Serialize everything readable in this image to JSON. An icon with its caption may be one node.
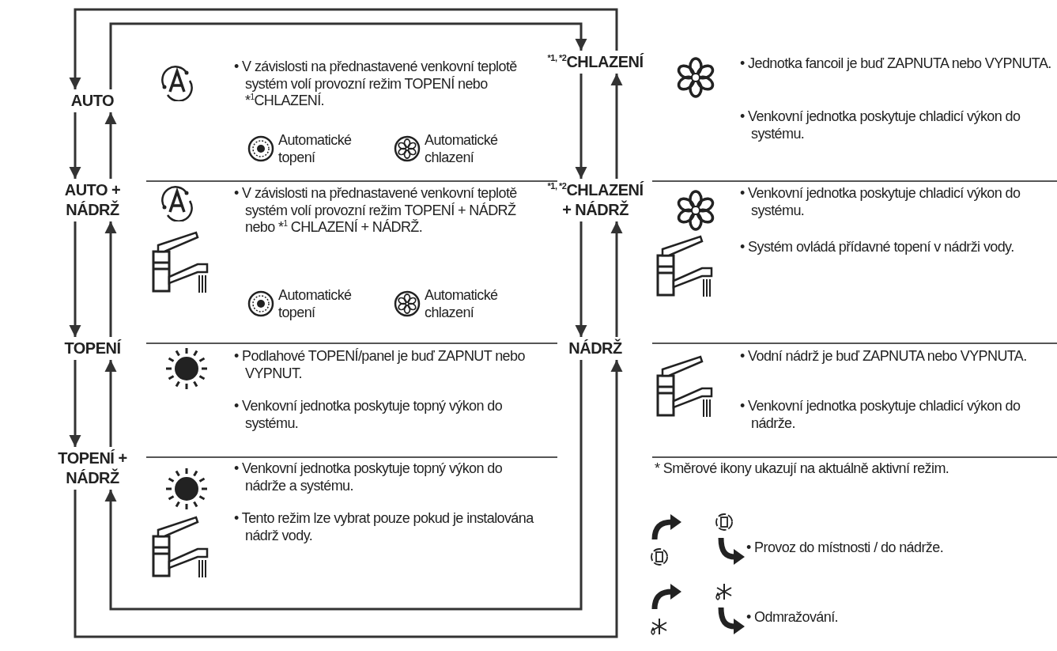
{
  "diagram": {
    "nodes": [
      {
        "text": [
          "AUTO"
        ]
      },
      {
        "text": [
          "AUTO + NÁDRŽ"
        ]
      },
      {
        "text": [
          "TOPENÍ"
        ]
      },
      {
        "text": [
          "TOPENÍ + NÁDRŽ"
        ]
      },
      {
        "text": [
          "$^{*1, *2}$CHLAZENÍ"
        ]
      },
      {
        "text": [
          "$^{*1, *2}$CHLAZENÍ + NÁDRŽ"
        ]
      },
      {
        "text": [
          "NÁDRŽ"
        ]
      }
    ],
    "edges": [
      {
        "from": 0,
        "to": 1,
        "arrow": "to"
      },
      {
        "from": 1,
        "to": 0,
        "arrow": "to"
      },
      {
        "from": 1,
        "to": 2,
        "arrow": "to"
      },
      {
        "from": 2,
        "to": 1,
        "arrow": "to"
      },
      {
        "from": 2,
        "to": 3,
        "arrow": "to"
      },
      {
        "from": 3,
        "to": 2,
        "arrow": "to"
      },
      {
        "from": 4,
        "to": 5,
        "arrow": "to"
      },
      {
        "from": 5,
        "to": 4,
        "arrow": "to"
      },
      {
        "from": 5,
        "to": 6,
        "arrow": "to"
      },
      {
        "from": 6,
        "to": 5,
        "arrow": "to"
      },
      {
        "from": 4,
        "to": 0,
        "arrow": "to"
      },
      {
        "from": 0,
        "to": 4,
        "arrow": "to"
      },
      {
        "from": 3,
        "to": 6,
        "arrow": "to"
      },
      {
        "from": 6,
        "to": 3,
        "arrow": "to"
      }
    ],
    "labels": [
      "• V závislosti na přednastavené venkovní teplotě systém volí provozní režim TOPENÍ nebo *$^{1}$CHLAZENÍ.",
      "Automatické topení",
      "Automatické chlazení",
      "• V závislosti na přednastavené venkovní teplotě systém volí provozní režim TOPENÍ + NÁDRŽ nebo *$^{1}$ CHLAZENÍ + NÁDRŽ.",
      "Automatické topení",
      "Automatické chlazení",
      "• Podlahové TOPENÍ/panel je buď ZAPNUT nebo VYPNUT.",
      "• Venkovní jednotka poskytuje topný výkon do systému.",
      "• Venkovní jednotka poskytuje topný výkon do nádrže a systému.",
      "• Tento režim lze vybrat pouze pokud je instalována nádrž vody.",
      "• Jednotka fancoil je buď ZAPNUTA nebo VYPNUTA.",
      "• Venkovní jednotka poskytuje chladicí výkon do systému.",
      "• Venkovní jednotka poskytuje chladicí výkon do systému.",
      "• Systém ovládá přídavné topení v nádrži vody.",
      "• Vodní nádrž je buď ZAPNUTA nebo VYPNUTA.",
      "• Venkovní jednotka poskytuje chladicí výkon do nádrže.",
      "* Směrové ikony ukazují na aktuálně aktivní režim.",
      "• Provoz do místnosti / do nádrže.",
      "• Odmražování."
    ]
  }
}
